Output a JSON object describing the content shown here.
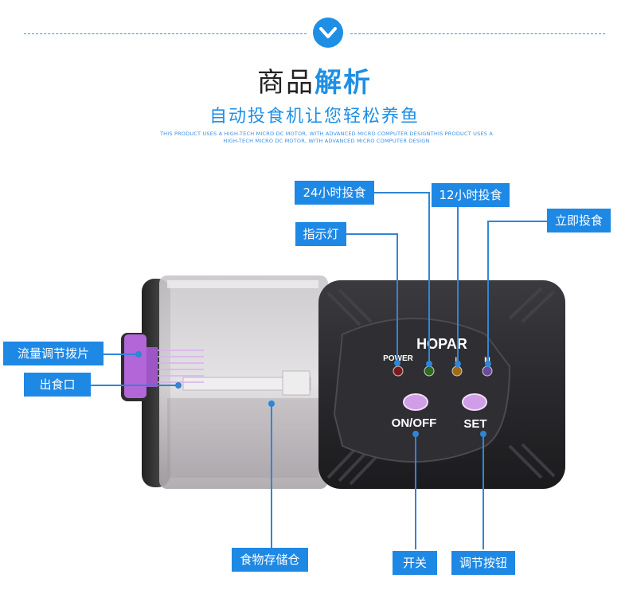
{
  "header": {
    "badge_icon": "chevron-down-icon",
    "title_main": "商品",
    "title_accent": "解析",
    "subtitle": "自动投食机让您轻松养鱼",
    "tagline_line1": "THIS PRODUCT USES A HIGH-TECH MICRO DC MOTOR, WITH ADVANCED MICRO COMPUTER DESIGNTHIS PRODUCT USES A",
    "tagline_line2": "HIGH-TECH MICRO DC MOTOR, WITH ADVANCED MICRO COMPUTER DESIGN"
  },
  "device": {
    "brand": "HOPAR",
    "power_text": "POWER",
    "led1_text": "I",
    "led2_text": "II",
    "led3_text": "M",
    "onoff_text": "ON/OFF",
    "set_text": "SET"
  },
  "callouts": {
    "feed_24h": "24小时投食",
    "feed_12h": "12小时投食",
    "indicator": "指示灯",
    "feed_now": "立即投食",
    "flow_adjust": "流量调节拨片",
    "outlet": "出食口",
    "storage": "食物存储仓",
    "switch": "开关",
    "adjust_button": "调节按钮"
  },
  "colors": {
    "accent": "#1f8fe5",
    "purple_knob": "#b266d8",
    "device_body": "#2a2a2e"
  }
}
